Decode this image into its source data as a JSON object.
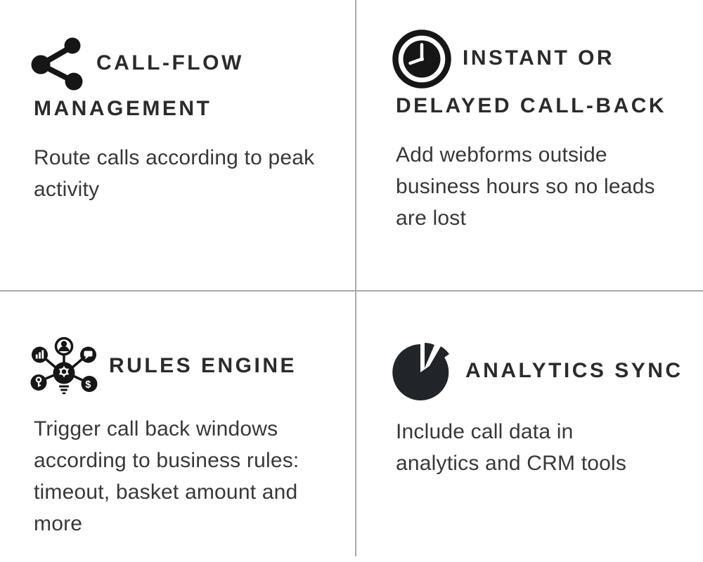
{
  "colors": {
    "divider": "#a9a9a9",
    "icon": "#161616",
    "pie": "#21252a",
    "title": "#2b2b2b",
    "body": "#383838"
  },
  "cards": [
    {
      "id": "call-flow-management",
      "icon": "share-icon",
      "title_lines": [
        "CALL-FLOW",
        "MANAGEMENT"
      ],
      "body_lines": [
        "Route calls according to peak",
        "activity"
      ]
    },
    {
      "id": "instant-or-delayed-call-back",
      "icon": "clock-icon",
      "title_lines": [
        "INSTANT OR",
        "DELAYED CALL-BACK"
      ],
      "body_lines": [
        "Add webforms outside",
        "business hours so no leads",
        "are lost"
      ]
    },
    {
      "id": "rules-engine",
      "icon": "rules-engine-icon",
      "title_lines": [
        "RULES ENGINE"
      ],
      "body_lines": [
        "Trigger call back windows",
        "according to business rules:",
        "timeout, basket amount and",
        "more"
      ]
    },
    {
      "id": "analytics-sync",
      "icon": "pie-chart-icon",
      "title_lines": [
        "ANALYTICS SYNC"
      ],
      "body_lines": [
        "Include call data in",
        "analytics and CRM tools"
      ]
    }
  ]
}
